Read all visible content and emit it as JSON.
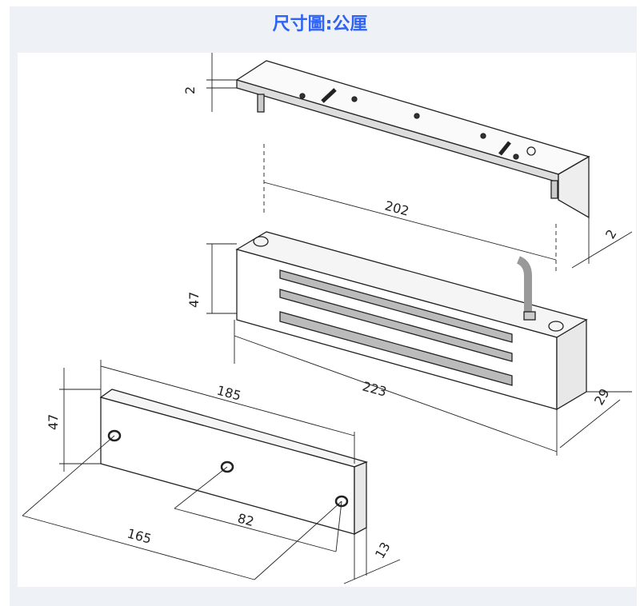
{
  "title": "尺寸圖:公厘",
  "dimensions": {
    "bracket_thickness": "2",
    "bracket_hole_spacing": "202",
    "bracket_flange": "2",
    "magnet_height": "47",
    "magnet_length": "223",
    "magnet_depth": "29",
    "plate_length": "185",
    "plate_height": "47",
    "plate_overall": "165",
    "plate_hole_spacing": "82",
    "plate_thickness": "13"
  }
}
